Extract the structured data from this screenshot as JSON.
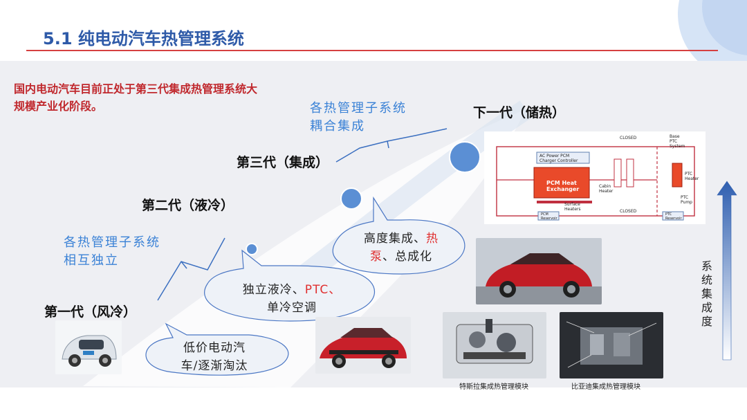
{
  "title": "5.1 纯电动汽车热管理系统",
  "intro": "国内电动汽车目前正处于第三代集成热管理系统大规模产业化阶段。",
  "generations": {
    "gen1": "第一代（风冷）",
    "gen2": "第二代（液冷）",
    "gen3": "第三代（集成）",
    "next": "下一代（储热）"
  },
  "notes": {
    "independent_1": "各热管理子系统",
    "independent_2": "相互独立",
    "coupled_1": "各热管理子系统",
    "coupled_2": "耦合集成"
  },
  "bubbles": {
    "gen1_1": "低价电动汽",
    "gen1_2": "车/逐渐淘汰",
    "gen2_1a": "独立液冷、",
    "gen2_1b": "PTC、",
    "gen2_2": "单冷空调",
    "gen3_1a": "高度集成、",
    "gen3_1b": "热",
    "gen3_2a": "泵",
    "gen3_2b": "、总成化"
  },
  "captions": {
    "tesla_module": "特斯拉集成热管理模块",
    "byd_module": "比亚迪集成热管理模块"
  },
  "vertical_label": "系统集成度",
  "diagram": {
    "closed_top": "CLOSED",
    "base_ptc_1": "Base",
    "base_ptc_2": "PTC",
    "base_ptc_3": "System",
    "ac_pcm_1": "AC Power PCM",
    "ac_pcm_2": "Charger Controller",
    "pcm_heat_1": "PCM Heat",
    "pcm_heat_2": "Exchanger",
    "cabin_1": "Cabin",
    "cabin_2": "Heater",
    "ptc_heater_1": "PTC",
    "ptc_heater_2": "Heater",
    "ptc_pump_1": "PTC",
    "ptc_pump_2": "Pump",
    "surface_1": "Surface",
    "surface_2": "Heaters",
    "closed_bottom": "CLOSED",
    "pcm_res_1": "PCM",
    "pcm_res_2": "Reservoir",
    "ptc_res_1": "PTC",
    "ptc_res_2": "Reservoir"
  },
  "colors": {
    "title": "#2e5aa8",
    "rule": "#d64040",
    "intro": "#c0282d",
    "note": "#3b82d6",
    "dot": "#5b8fd4",
    "arrow": "#2f5fb0"
  }
}
